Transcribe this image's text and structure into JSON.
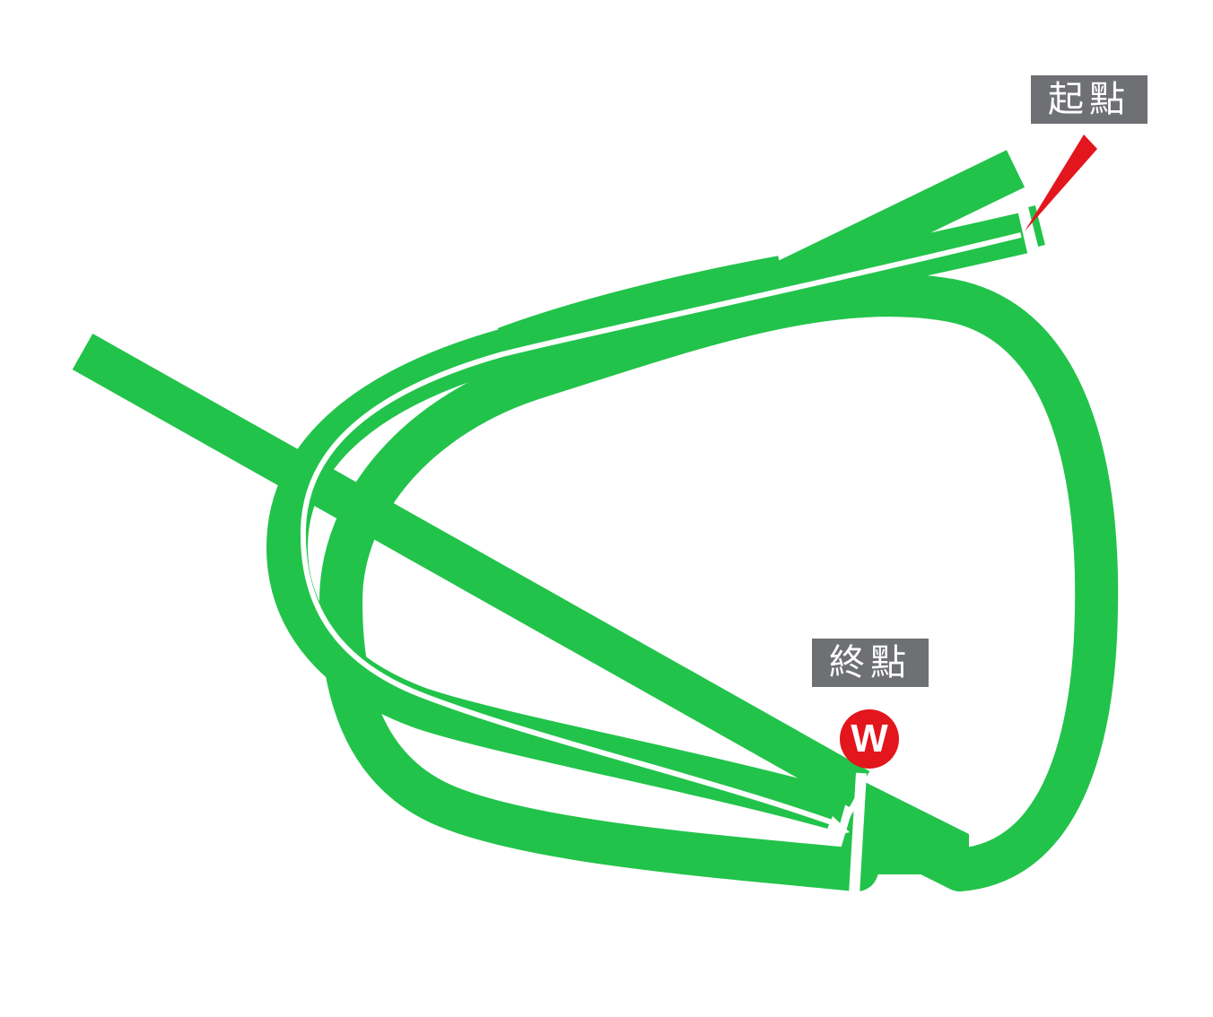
{
  "labels": {
    "start": "起點",
    "finish": "終點",
    "winning_post_marker": "W"
  },
  "colors": {
    "track": "#22c34a",
    "separator": "#ffffff",
    "label_background": "#6f7073",
    "label_text": "#ffffff",
    "start_pointer": "#e3151d",
    "marker_fill": "#e3151d",
    "marker_text": "#ffffff"
  },
  "icons": {
    "start_pointer": "red-pointer-icon",
    "route_arrow": "arrowhead-icon",
    "winning_post": "winning-post-circle-icon"
  }
}
